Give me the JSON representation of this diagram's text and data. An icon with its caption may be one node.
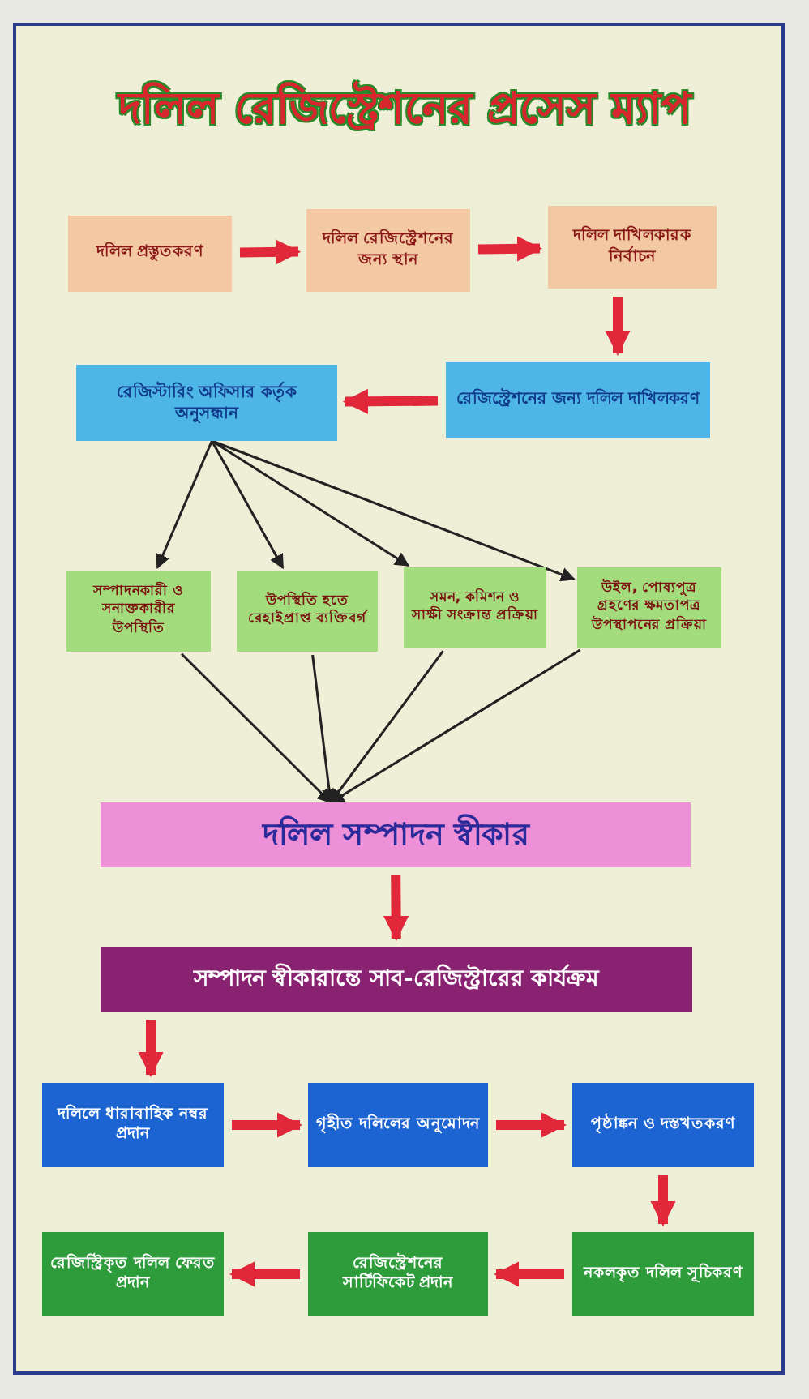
{
  "diagram": {
    "title": "দলিল রেজিস্ট্রেশনের প্রসেস ম্যাপ",
    "nodes": [
      {
        "text": [
          "দলিল প্রস্তুতকরণ"
        ]
      },
      {
        "text": [
          "দলিল রেজিস্ট্রেশনের জন্য স্থান"
        ]
      },
      {
        "text": [
          "দলিল দাখিলকারক নির্বাচন"
        ]
      },
      {
        "text": [
          "রেজিস্ট্রেশনের জন্য দলিল দাখিলকরণ"
        ]
      },
      {
        "text": [
          "রেজিস্টারিং অফিসার কর্তৃক অনুসন্ধান"
        ]
      },
      {
        "text": [
          "সম্পাদনকারী ও সনাক্তকারীর উপস্থিতি"
        ]
      },
      {
        "text": [
          "উপস্থিতি হতে রেহাইপ্রাপ্ত ব্যক্তিবর্গ"
        ]
      },
      {
        "text": [
          "সমন, কমিশন ও সাক্ষী সংক্রান্ত প্রক্রিয়া"
        ]
      },
      {
        "text": [
          "উইল, পোষ্যপুত্র গ্রহণের ক্ষমতাপত্র উপস্থাপনের প্রক্রিয়া"
        ]
      },
      {
        "text": [
          "দলিল সম্পাদন স্বীকার"
        ]
      },
      {
        "text": [
          "সম্পাদন স্বীকারান্তে সাব-রেজিস্ট্রারের কার্যক্রম"
        ]
      },
      {
        "text": [
          "দলিলে ধারাবাহিক নম্বর প্রদান"
        ]
      },
      {
        "text": [
          "গৃহীত দলিলের অনুমোদন"
        ]
      },
      {
        "text": [
          "পৃষ্ঠাঙ্কন ও দস্তখতকরণ"
        ]
      },
      {
        "text": [
          "নকলকৃত দলিল সূচিকরণ"
        ]
      },
      {
        "text": [
          "রেজিস্ট্রেশনের সার্টিফিকেট প্রদান"
        ]
      },
      {
        "text": [
          "রেজিস্ট্রিকৃত দলিল ফেরত প্রদান"
        ]
      }
    ],
    "edges": [
      {
        "from": 0,
        "to": 1,
        "arrow": "to"
      },
      {
        "from": 1,
        "to": 2,
        "arrow": "to"
      },
      {
        "from": 2,
        "to": 3,
        "arrow": "to"
      },
      {
        "from": 3,
        "to": 4,
        "arrow": "to"
      },
      {
        "from": 4,
        "to": 5,
        "arrow": "to",
        "color": "#222222"
      },
      {
        "from": 4,
        "to": 6,
        "arrow": "to",
        "color": "#222222"
      },
      {
        "from": 4,
        "to": 7,
        "arrow": "to",
        "color": "#222222"
      },
      {
        "from": 4,
        "to": 8,
        "arrow": "to",
        "color": "#222222"
      },
      {
        "from": 5,
        "to": 9,
        "arrow": "to",
        "color": "#222222"
      },
      {
        "from": 6,
        "to": 9,
        "arrow": "to",
        "color": "#222222"
      },
      {
        "from": 7,
        "to": 9,
        "arrow": "to",
        "color": "#222222"
      },
      {
        "from": 8,
        "to": 9,
        "arrow": "to",
        "color": "#222222"
      },
      {
        "from": 9,
        "to": 10,
        "arrow": "to"
      },
      {
        "from": 10,
        "to": 11,
        "arrow": "to"
      },
      {
        "from": 11,
        "to": 12,
        "arrow": "to"
      },
      {
        "from": 12,
        "to": 13,
        "arrow": "to"
      },
      {
        "from": 13,
        "to": 14,
        "arrow": "to"
      },
      {
        "from": 14,
        "to": 15,
        "arrow": "to"
      },
      {
        "from": 15,
        "to": 16,
        "arrow": "to"
      }
    ]
  }
}
